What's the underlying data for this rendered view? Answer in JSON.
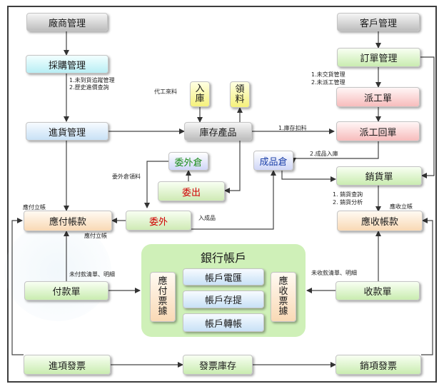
{
  "nodes": {
    "vendor_mgmt": "廠商管理",
    "customer_mgmt": "客戶管理",
    "purchase_mgmt": "採購管理",
    "order_mgmt": "訂單管理",
    "receiving_mgmt": "進貨管理",
    "inventory": "庫存產品",
    "dispatch_order": "派工單",
    "dispatch_return": "派工回單",
    "stock_in": "入庫",
    "pick_material": "領料",
    "outsource_warehouse": "委外倉",
    "finished_warehouse": "成品倉",
    "sales_order": "銷貨單",
    "outsource_out": "委出",
    "outsource": "委外",
    "accounts_payable": "應付帳款",
    "accounts_receivable": "應收帳款",
    "payment_voucher": "付款單",
    "receipt_voucher": "收款單",
    "bank_account": "銀行帳戶",
    "payable_bill": "應付票據",
    "receivable_bill": "應收票據",
    "account_wire": "帳戶電匯",
    "account_deposit": "帳戶存提",
    "account_transfer": "帳戶轉帳",
    "purchase_invoice": "進項發票",
    "invoice_stock": "發票庫存",
    "sales_invoice": "銷項發票"
  },
  "labels": {
    "purchase_note_1": "1.未到貨追蹤管理",
    "purchase_note_2": "2.歷史進價查詢",
    "contract_incoming": "代工來料",
    "order_note_1": "1.未交貨管理",
    "order_note_2": "2.未派工管理",
    "inventory_deduct": "1.庫存扣料",
    "finished_stock_in": "2.成品入庫",
    "outsource_pick": "委外倉領料",
    "payable_established_1": "應付立帳",
    "payable_established_2": "應付立帳",
    "finished_goods_in": "入成品",
    "sales_note_1": "1. 銷貨查詢",
    "sales_note_2": "2. 銷貨分析",
    "receivable_established": "應收立帳",
    "unpaid_list": "未付款清單、明細",
    "uncollected_list": "未收款清單、明細"
  }
}
